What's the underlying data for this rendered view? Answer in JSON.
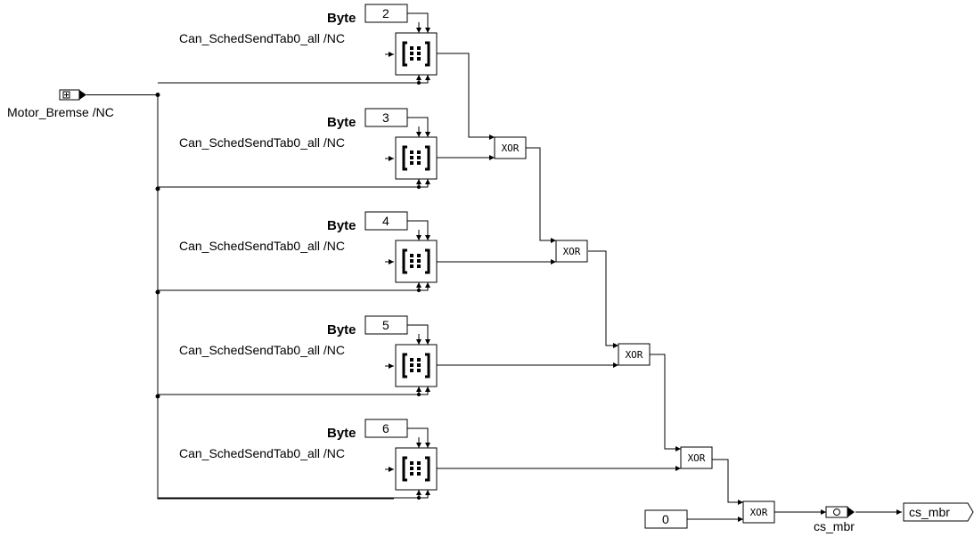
{
  "input_signal": {
    "name": "Motor_Bremse /NC",
    "icon": "import-port-icon"
  },
  "byte_label": "Byte",
  "table_label": "Can_SchedSendTab0_all /NC",
  "selectors": [
    {
      "byte": "2"
    },
    {
      "byte": "3"
    },
    {
      "byte": "4"
    },
    {
      "byte": "5"
    },
    {
      "byte": "6"
    }
  ],
  "xor_label": "XOR",
  "xor_blocks": [
    {},
    {},
    {},
    {},
    {}
  ],
  "init_constant": "0",
  "output_variable": {
    "name": "cs_mbr",
    "icon": "variable-block-icon"
  },
  "output_port": {
    "name": "cs_mbr"
  }
}
